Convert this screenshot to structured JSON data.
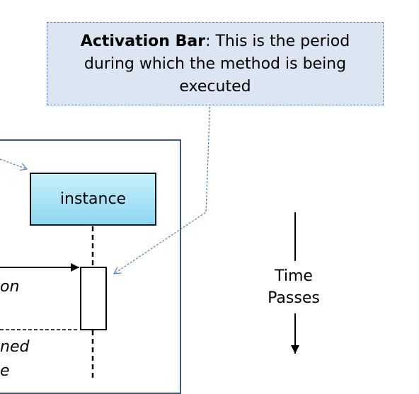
{
  "callout": {
    "title": "Activation Bar",
    "text": ": This is the period during which the method is being executed"
  },
  "lifeline": {
    "label": "instance"
  },
  "message_labels": {
    "call_fragment": "on",
    "return_fragment_1": "ned",
    "return_fragment_2": "e"
  },
  "time_arrow": {
    "label_line1": "Time",
    "label_line2": "Passes"
  },
  "colors": {
    "callout_fill": "#dce6f2",
    "callout_border": "#4f81bd",
    "frame_border": "#3c5a82",
    "instance_gradient_top": "#c6f1fb",
    "instance_gradient_bottom": "#8fd7f3"
  }
}
